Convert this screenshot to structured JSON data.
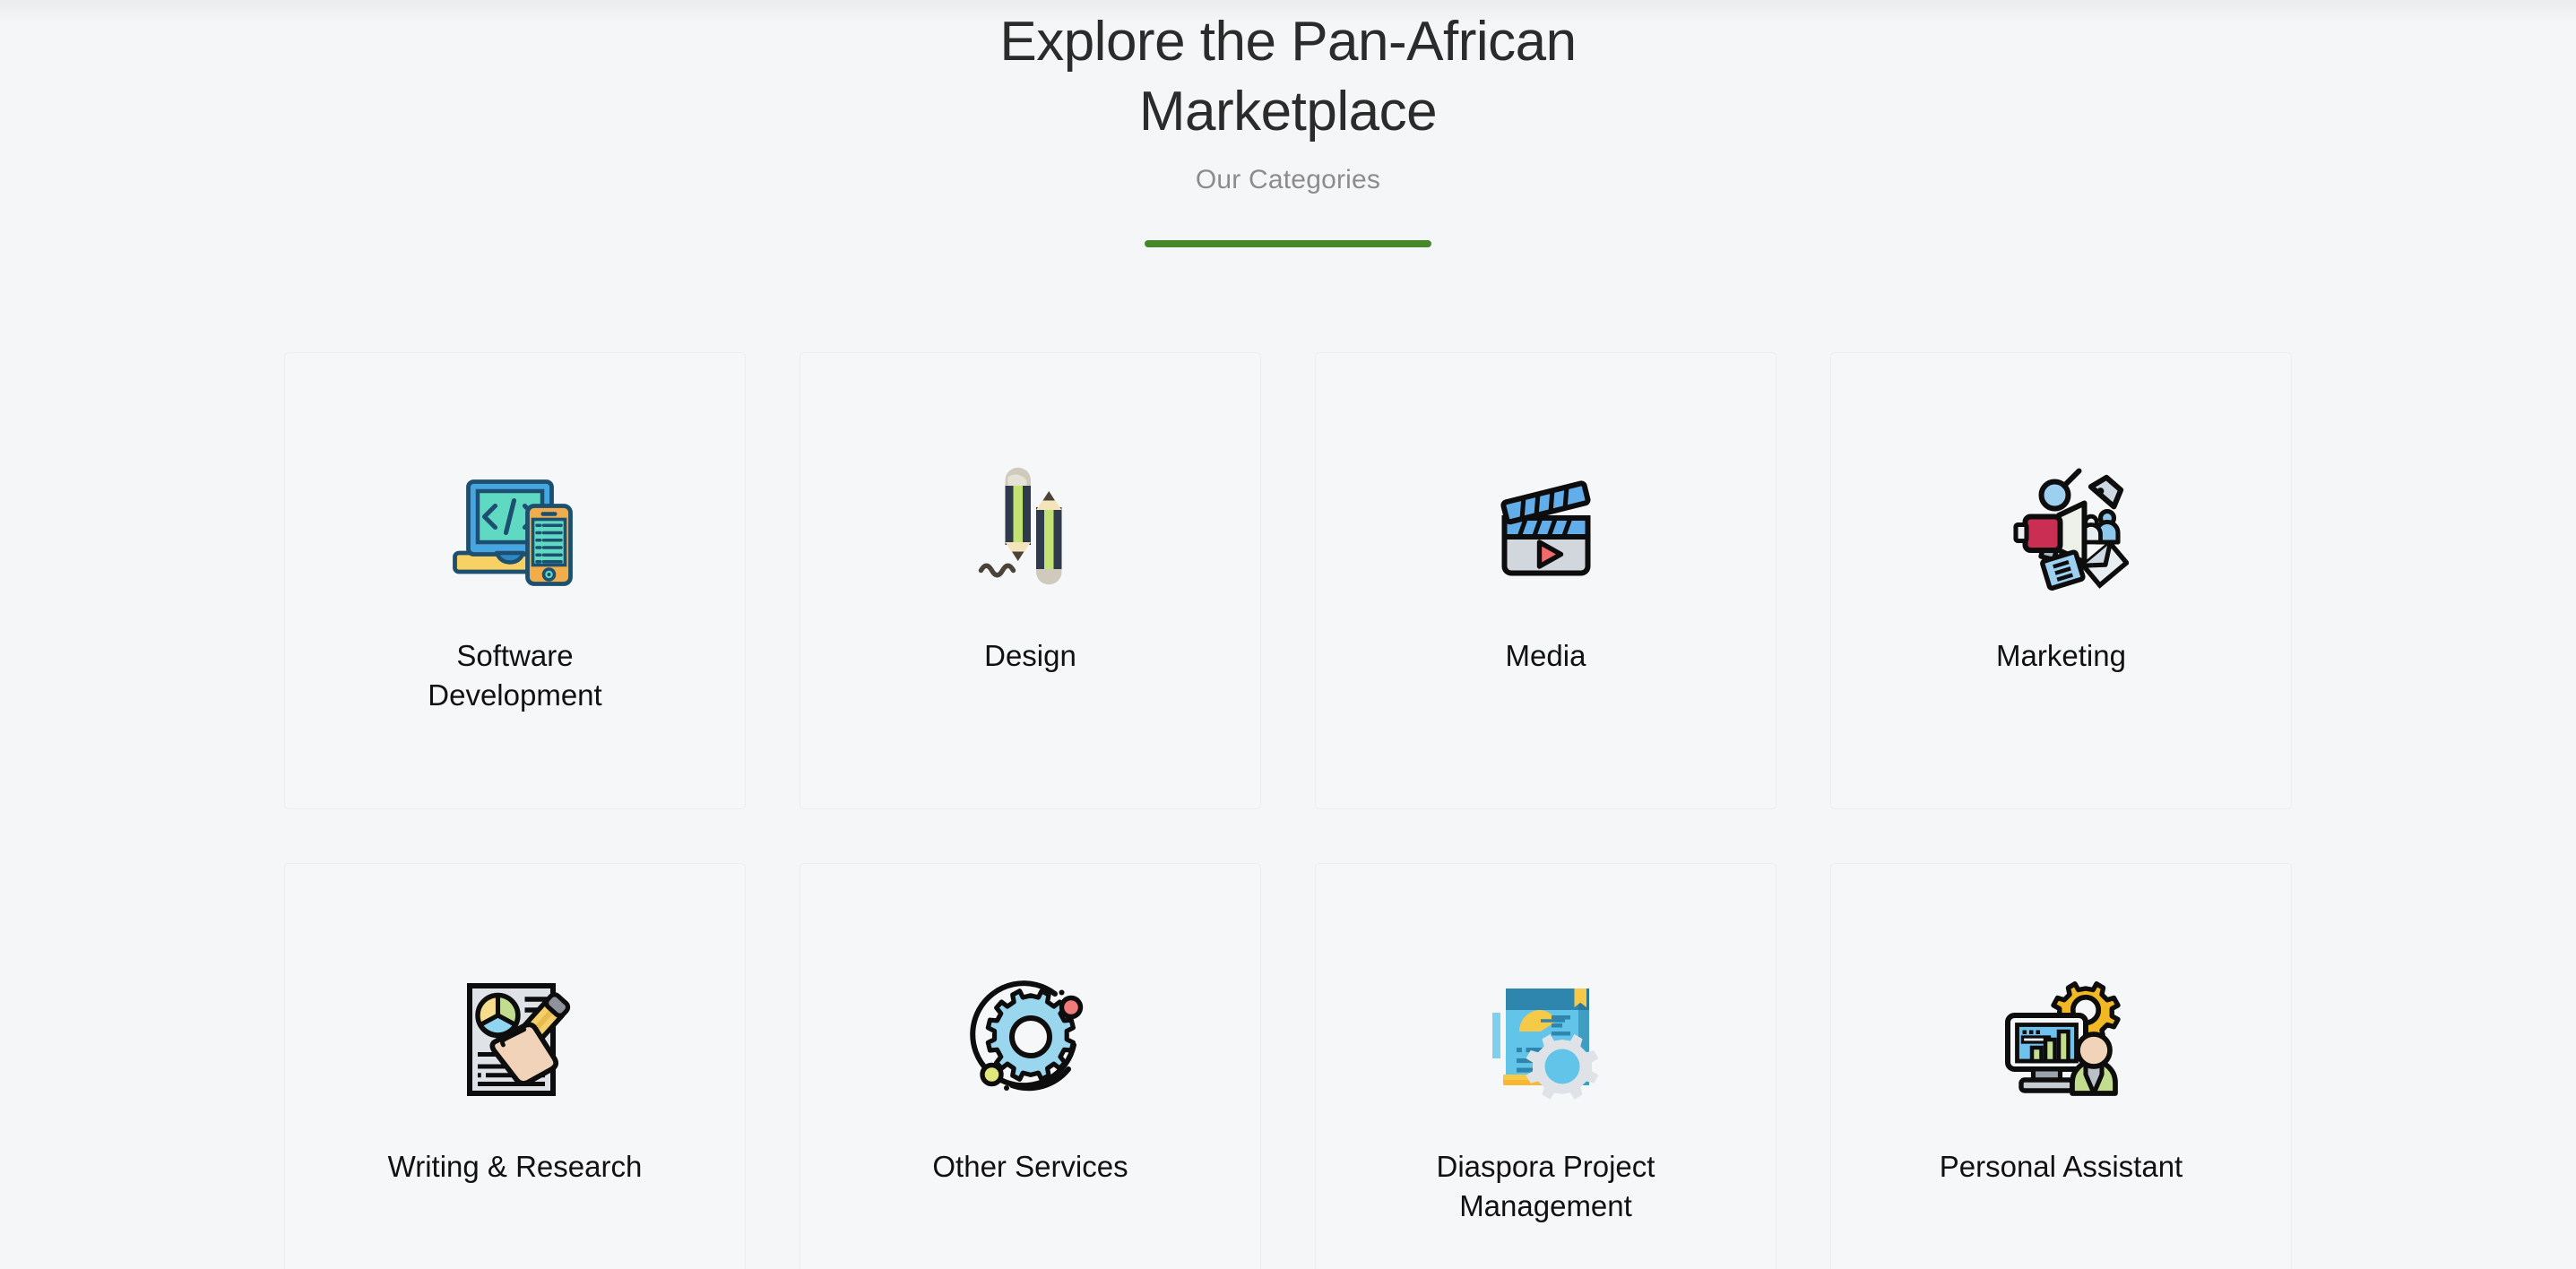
{
  "section": {
    "title": "Explore the Pan-African Marketplace",
    "subtitle": "Our Categories",
    "accent_color": "#448828",
    "background_color": "#f5f6f7",
    "title_color": "#2b2b2b",
    "subtitle_color": "#8c8c8c",
    "label_color": "#111111",
    "card_border_color": "#ecedf1"
  },
  "categories": [
    {
      "label": "Software Development",
      "icon": "laptop-code-icon"
    },
    {
      "label": "Design",
      "icon": "pencils-icon"
    },
    {
      "label": "Media",
      "icon": "clapperboard-icon"
    },
    {
      "label": "Marketing",
      "icon": "megaphone-icon"
    },
    {
      "label": "Writing & Research",
      "icon": "document-pencil-icon"
    },
    {
      "label": "Other Services",
      "icon": "gear-orbit-icon"
    },
    {
      "label": "Diaspora Project Management",
      "icon": "project-board-gear-icon"
    },
    {
      "label": "Personal Assistant",
      "icon": "monitor-person-gear-icon"
    }
  ]
}
